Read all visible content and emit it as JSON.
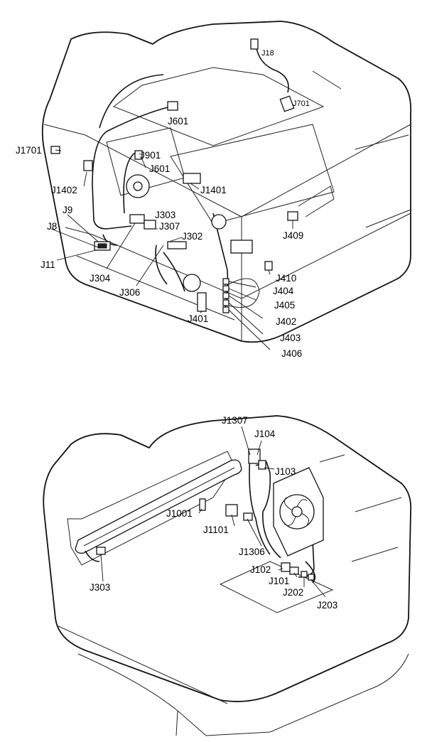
{
  "top_diagram": {
    "labels": {
      "j18": "J18",
      "j701": "J701",
      "j601_top": "J601",
      "j1701": "J1701",
      "j901": "J901",
      "j601_mid": "J601",
      "j1402": "J1402",
      "j1401": "J1401",
      "j9": "J9",
      "j303": "J303",
      "j8": "J8",
      "j307": "J307",
      "j302": "J302",
      "j409": "J409",
      "j11": "J11",
      "j304": "J304",
      "j306": "J306",
      "j410": "J410",
      "j404": "J404",
      "j405": "J405",
      "j401": "J401",
      "j402": "J402",
      "j403": "J403",
      "j406": "J406"
    }
  },
  "bottom_diagram": {
    "labels": {
      "j1307": "J1307",
      "j104": "J104",
      "j103": "J103",
      "j1001": "J1001",
      "j1101": "J1101",
      "j1306": "J1306",
      "j102": "J102",
      "j101": "J101",
      "j202": "J202",
      "j203": "J203",
      "j303": "J303"
    }
  }
}
